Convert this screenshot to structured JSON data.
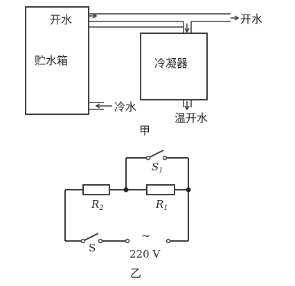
{
  "figure_a": {
    "caption": "甲",
    "tank_label": "贮水箱",
    "condenser_label": "冷凝器",
    "hot_water_out_left": "开水",
    "hot_water_out_right": "开水",
    "cold_water_in": "冷水",
    "warm_water_out": "温开水"
  },
  "figure_b": {
    "caption": "乙",
    "resistor_r2": {
      "letter": "R",
      "sub": "2"
    },
    "resistor_r1": {
      "letter": "R",
      "sub": "1"
    },
    "switch_s1": {
      "letter": "S",
      "sub": "1"
    },
    "switch_s": "S",
    "supply_symbol": "~",
    "supply_voltage": "220 V"
  }
}
